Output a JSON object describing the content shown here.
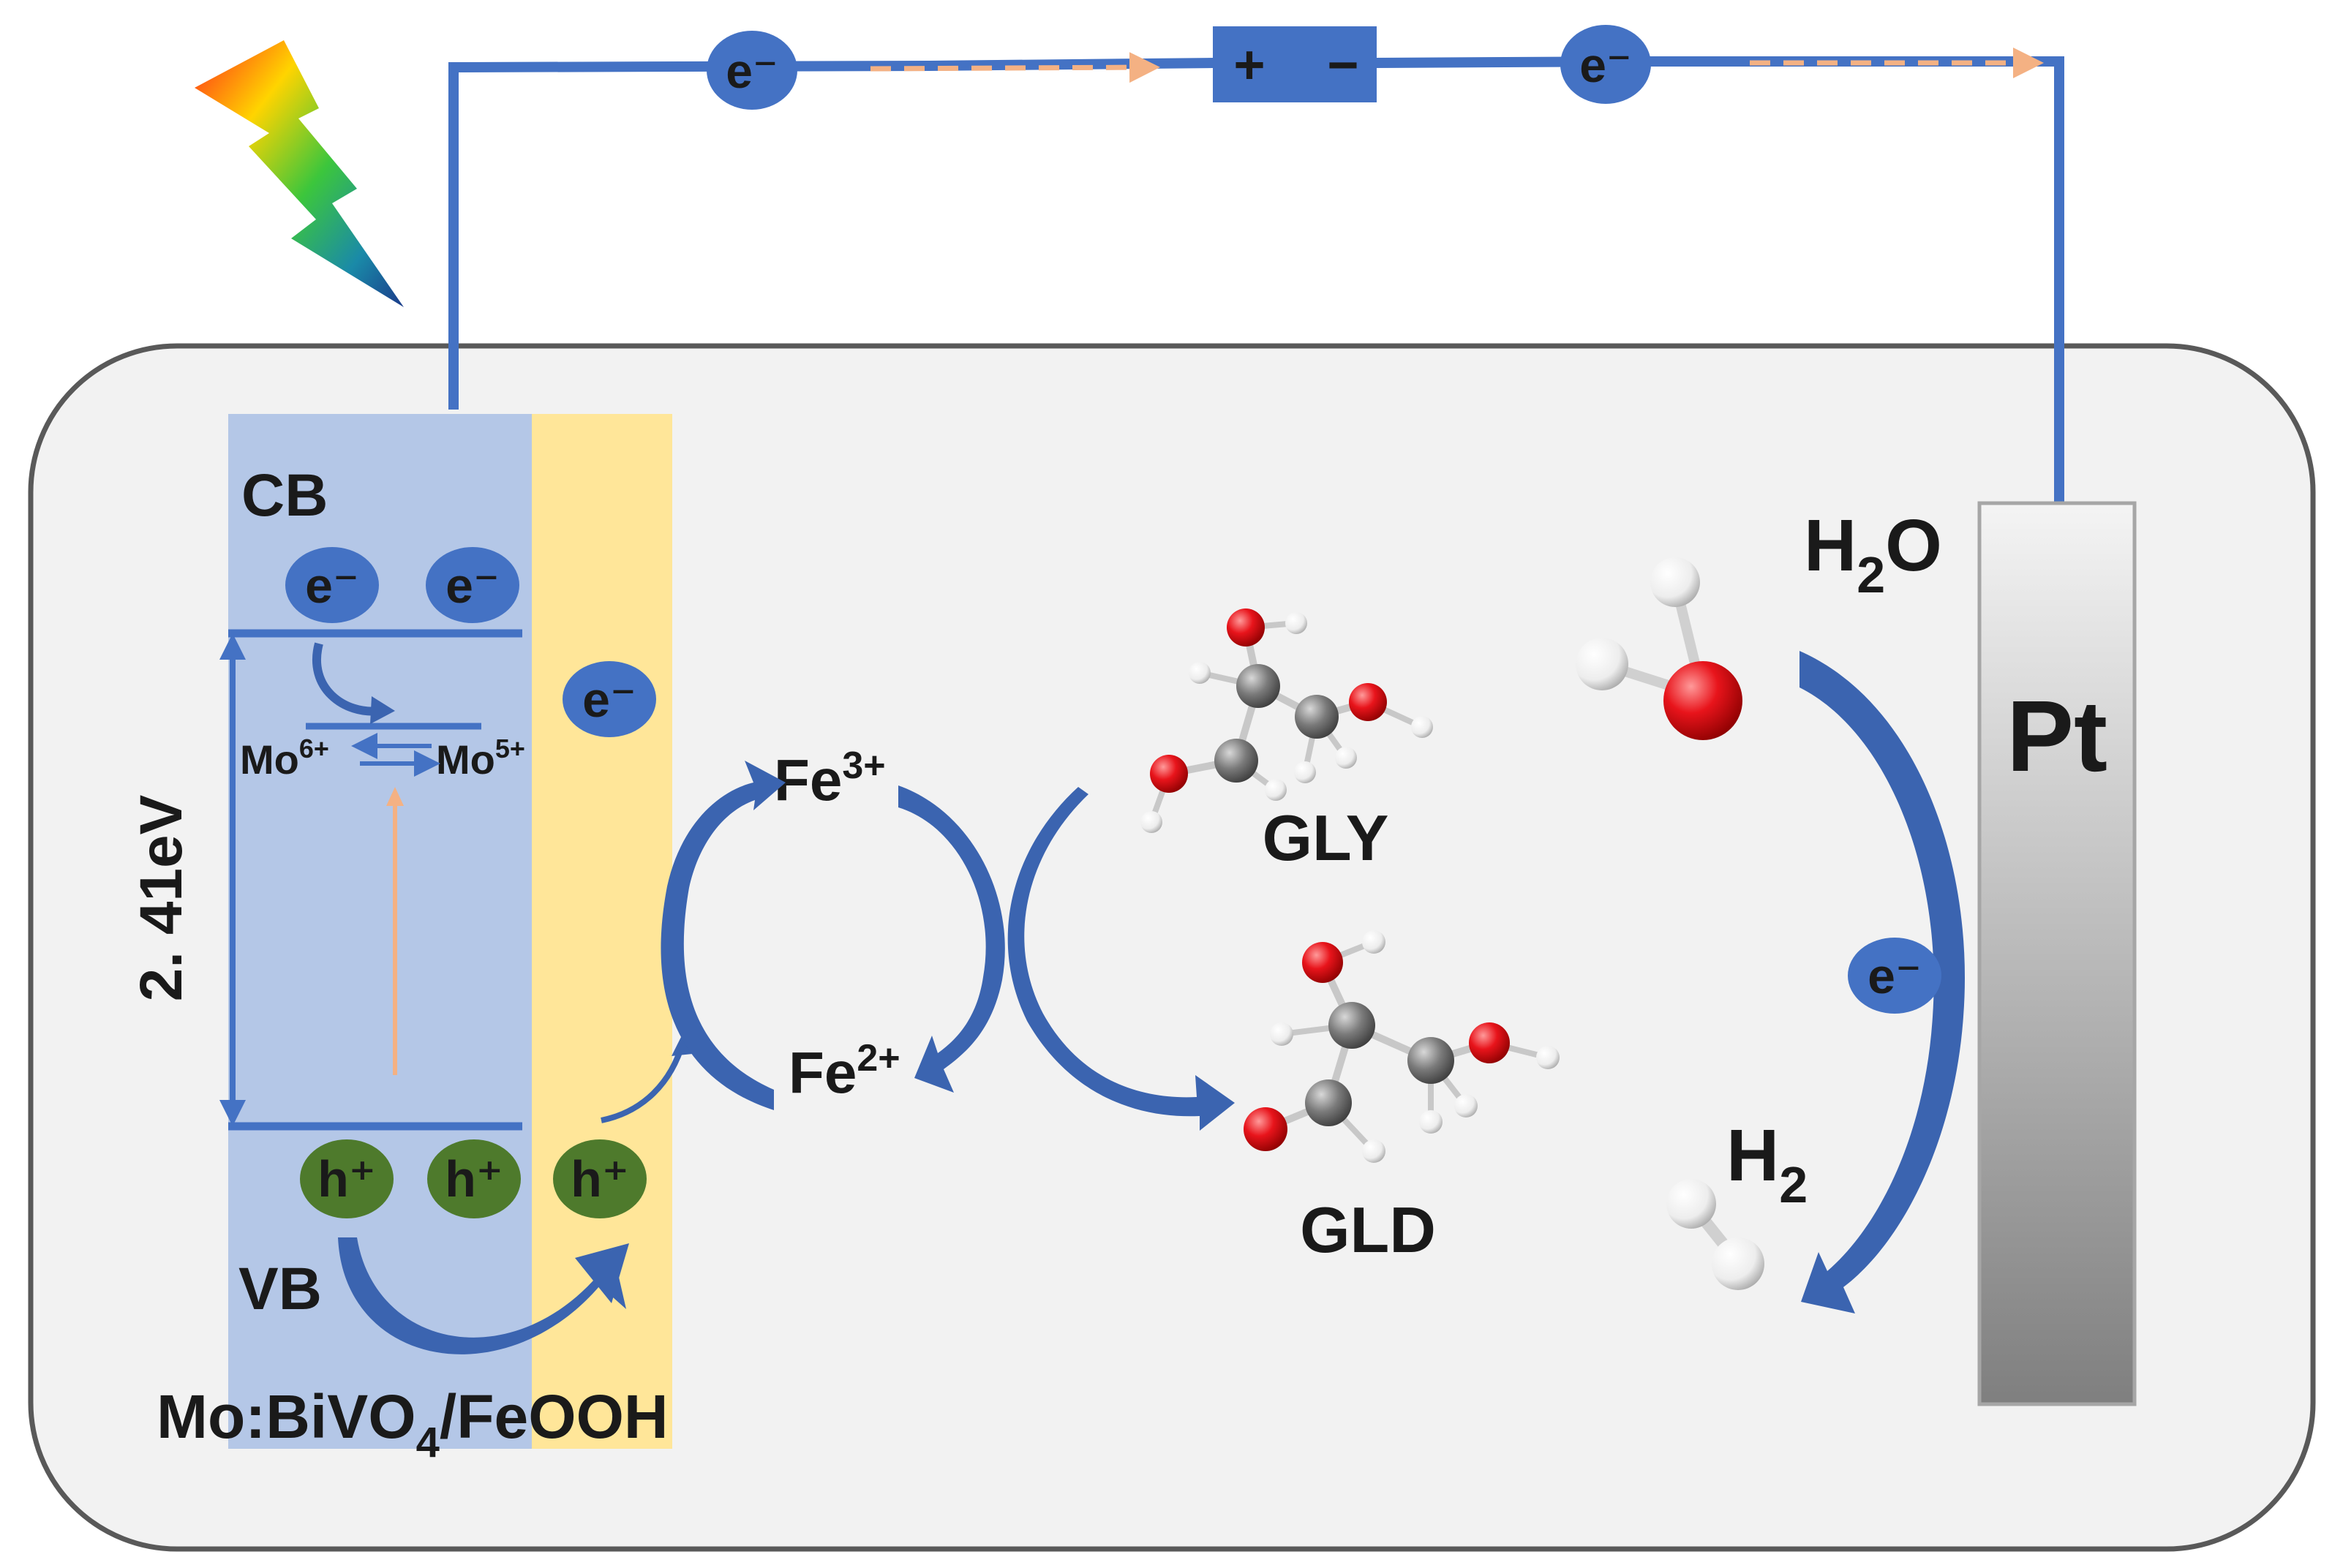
{
  "colors": {
    "wire": "#4472c4",
    "arrow_blue": "#3b64b0",
    "electron_fill": "#4472c4",
    "hole_fill": "#4e7a2c",
    "bivo4_band": "#b4c7e7",
    "feooh_band": "#ffe699",
    "cell_fill": "#f2f2f2",
    "cell_border": "#595959",
    "dashed_arrow": "#f4b183",
    "oxygen": "#e8141b",
    "carbon": "#7a7a7a",
    "hydrogen": "#f0f0f0"
  },
  "circuit": {
    "electron_left": "e⁻",
    "electron_right": "e⁻",
    "battery_plus": "+",
    "battery_minus": "−"
  },
  "photoanode": {
    "cb_label": "CB",
    "vb_label": "VB",
    "cb_electron_1": "e⁻",
    "cb_electron_2": "e⁻",
    "feooh_electron": "e⁻",
    "bandgap": "2. 41eV",
    "mo6_base": "Mo",
    "mo6_sup": "6+",
    "mo5_base": "Mo",
    "mo5_sup": "5+",
    "hole_1": "h⁺",
    "hole_2": "h⁺",
    "hole_3": "h⁺",
    "material_a": "Mo:BiVO",
    "material_sub": "4",
    "material_b": "/FeOOH"
  },
  "redox": {
    "fe3_base": "Fe",
    "fe3_sup": "3+",
    "fe2_base": "Fe",
    "fe2_sup": "2+"
  },
  "molecules": {
    "gly": "GLY",
    "gld": "GLD"
  },
  "cathode": {
    "label": "Pt",
    "h2o_a": "H",
    "h2o_sub": "2",
    "h2o_b": "O",
    "h2_a": "H",
    "h2_sub": "2",
    "electron": "e⁻"
  }
}
